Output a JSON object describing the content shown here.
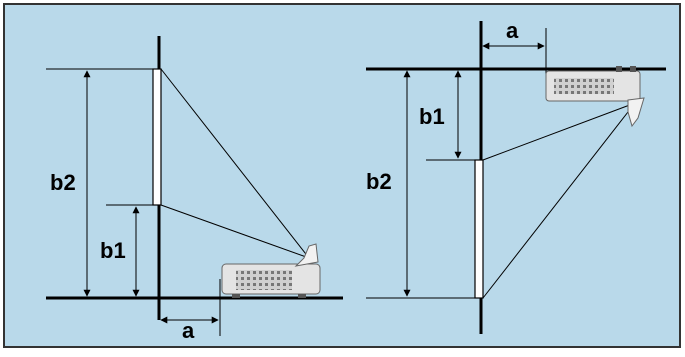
{
  "colors": {
    "background": "#b9d9ea",
    "frame": "#333333",
    "line": "#000000",
    "screen_fill": "#ffffff",
    "projector_body": "#e4e4e4",
    "projector_dark": "#555555"
  },
  "left_diagram": {
    "label_b2": "b2",
    "label_b1": "b1",
    "label_a": "a"
  },
  "right_diagram": {
    "label_a": "a",
    "label_b1": "b1",
    "label_b2": "b2"
  }
}
